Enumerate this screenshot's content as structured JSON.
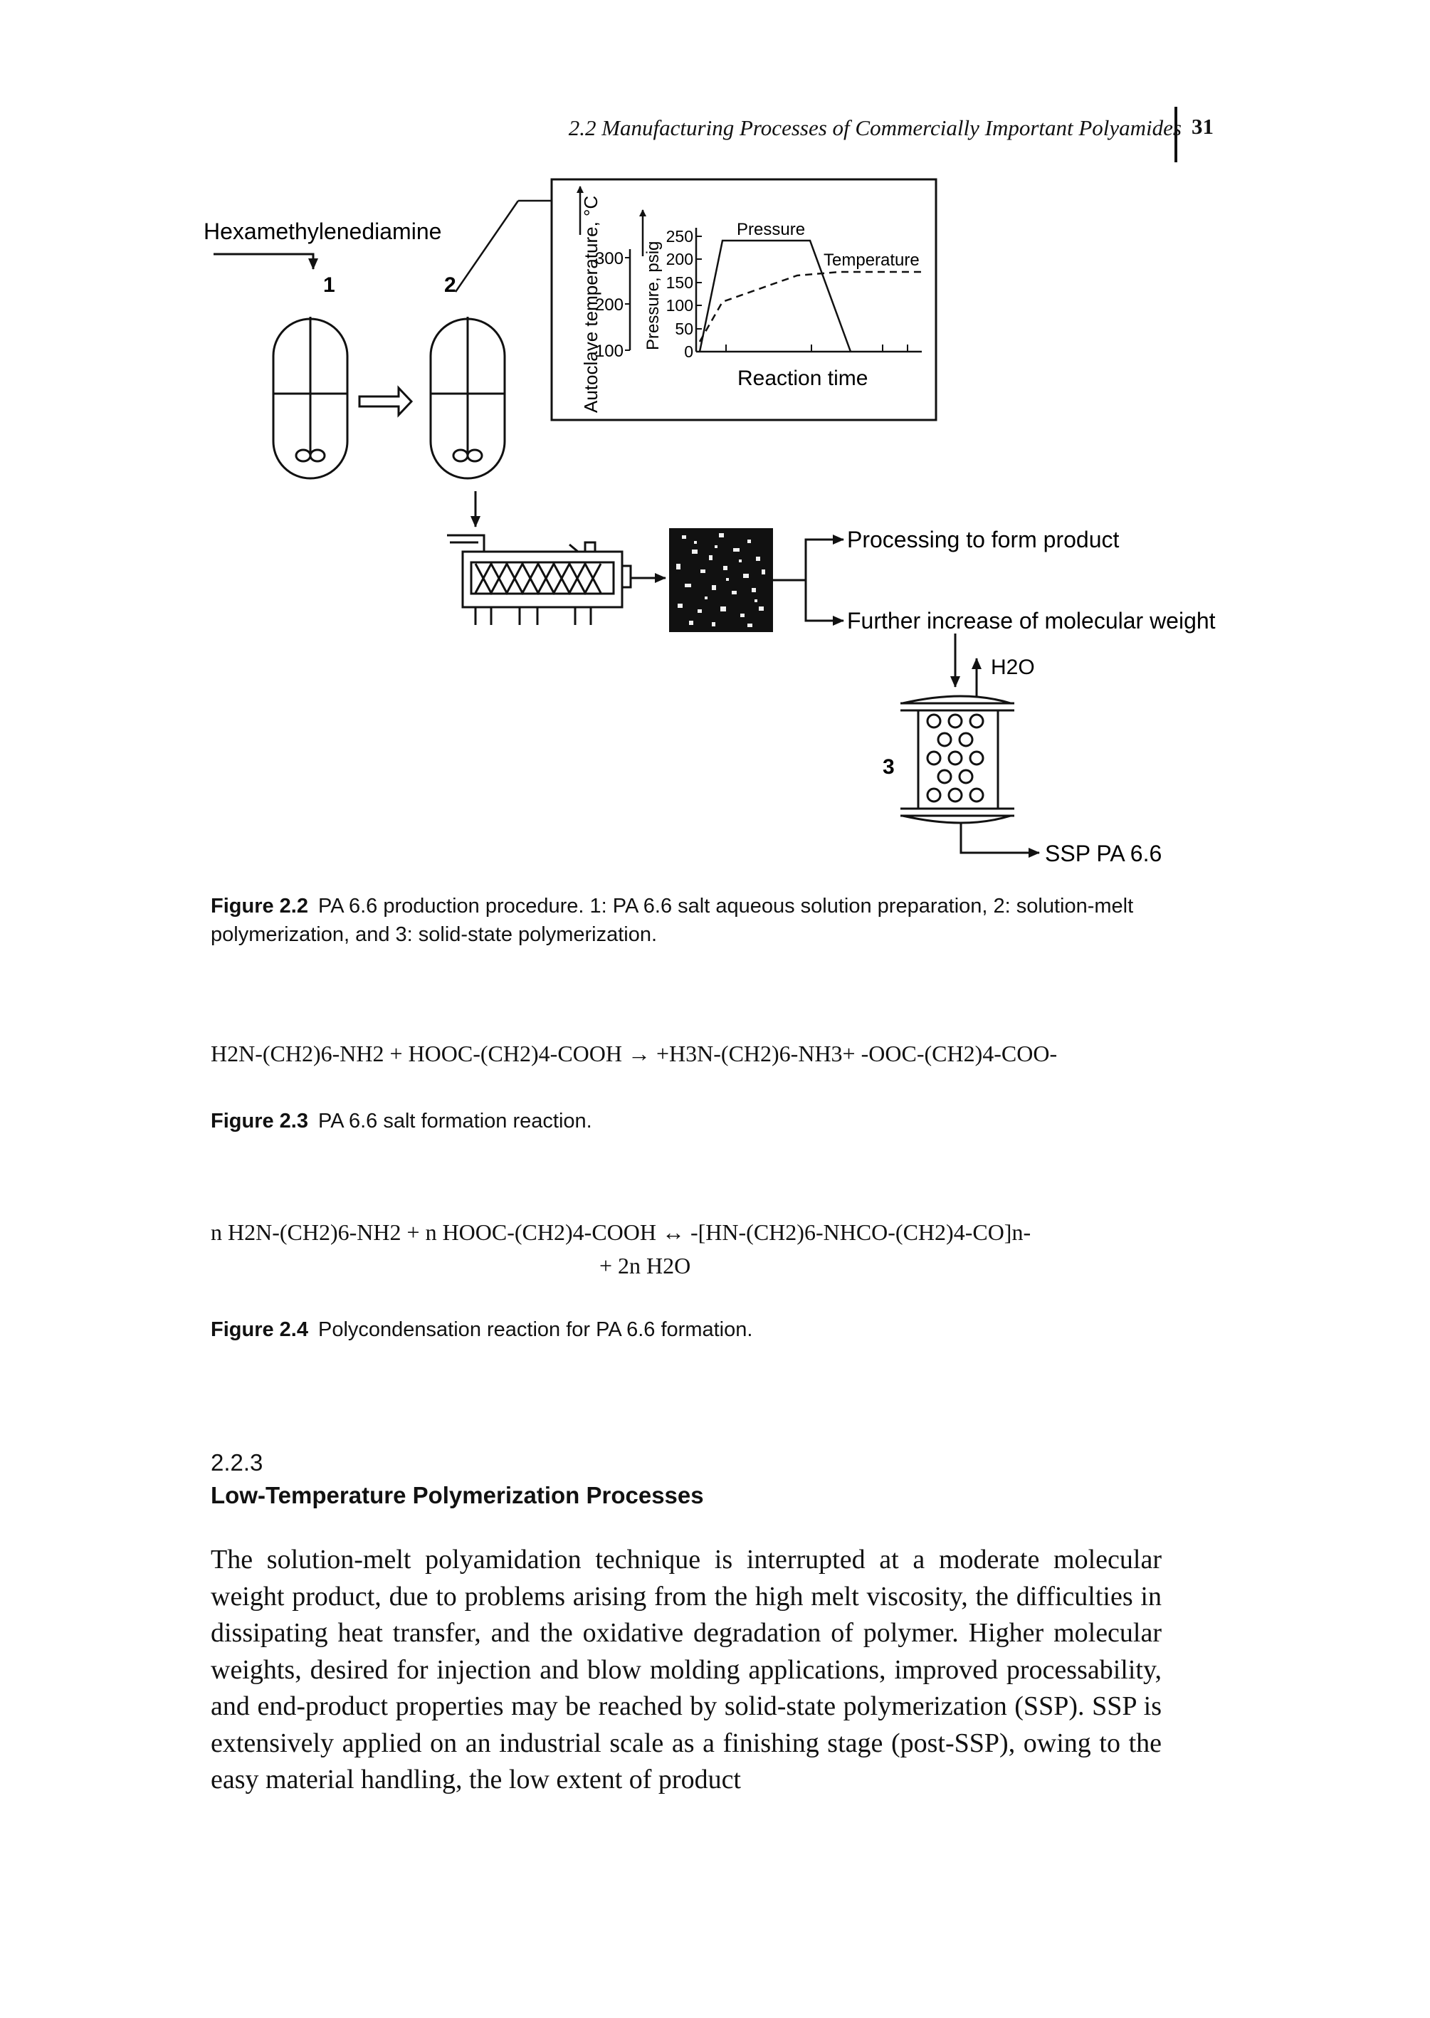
{
  "header": {
    "running_title": "2.2 Manufacturing Processes of Commercially Important Polyamides",
    "page_number": "31"
  },
  "figure_2_2": {
    "diagram": {
      "feed_label": "Hexamethylenediamine",
      "step1": "1",
      "step2": "2",
      "step3": "3",
      "inset_y1_label": "Autoclave temperature, °C",
      "inset_y2_label": "Pressure, psig",
      "inset_y1_ticks": [
        "300",
        "200",
        "100"
      ],
      "inset_y2_ticks": [
        "250",
        "200",
        "150",
        "100",
        "50",
        "0"
      ],
      "inset_pressure_label": "Pressure",
      "inset_temperature_label": "Temperature",
      "inset_x_label": "Reaction time",
      "branch_processing": "Processing to form product",
      "branch_further": "Further increase of molecular weight",
      "water_label": "H2O",
      "output_label": "SSP PA 6.6"
    },
    "label": "Figure 2.2",
    "caption": "PA 6.6 production procedure. 1: PA 6.6 salt aqueous solution preparation, 2: solution-melt polymerization, and 3: solid-state polymerization."
  },
  "figure_2_3": {
    "equation": "H2N-(CH2)6-NH2 + HOOC-(CH2)4-COOH → +H3N-(CH2)6-NH3+ -OOC-(CH2)4-COO-",
    "label": "Figure 2.3",
    "caption": "PA 6.6 salt formation reaction."
  },
  "figure_2_4": {
    "equation_line1": "n H2N-(CH2)6-NH2 + n HOOC-(CH2)4-COOH ↔ -[HN-(CH2)6-NHCO-(CH2)4-CO]n-",
    "equation_line2": "+ 2n H2O",
    "label": "Figure 2.4",
    "caption": "Polycondensation reaction for PA 6.6 formation."
  },
  "section": {
    "number": "2.2.3",
    "title": "Low-Temperature Polymerization Processes"
  },
  "body": {
    "paragraph": "The solution-melt polyamidation technique is interrupted at a moderate molecular weight product, due to problems arising from the high melt viscosity, the difficulties in dissipating heat transfer, and the oxidative degradation of polymer. Higher molecular weights, desired for injection and blow molding applications, improved processability, and end-product properties may be reached by solid-state polymerization (SSP). SSP is extensively applied on an industrial scale as a finishing stage (post-SSP), owing to the easy material handling, the low extent of product"
  }
}
